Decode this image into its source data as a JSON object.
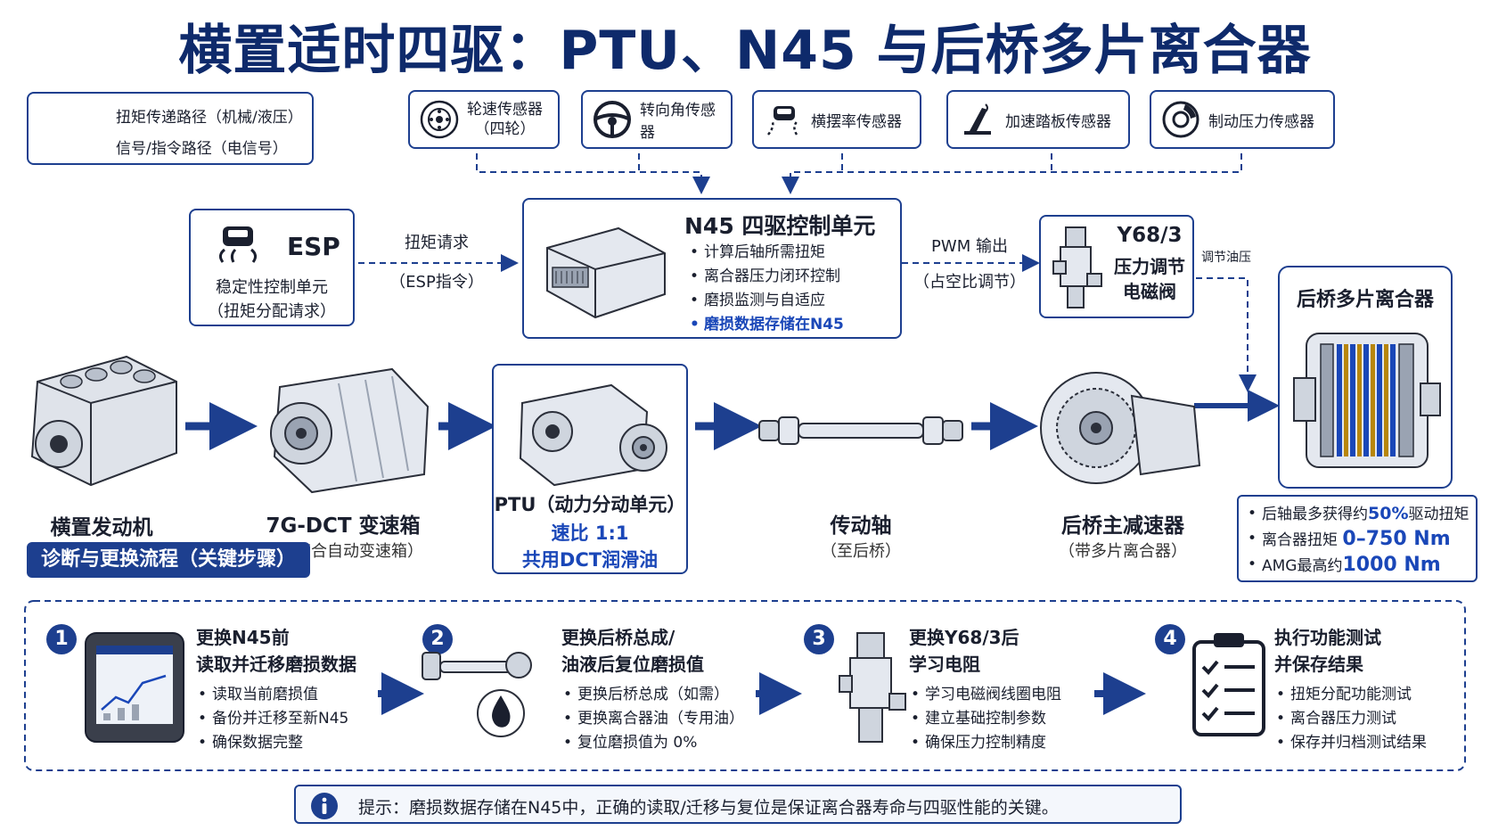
{
  "title": "横置适时四驱：PTU、N45 与后桥多片离合器",
  "legend": {
    "torque": "扭矩传递路径（机械/液压）",
    "signal": "信号/指令路径（电信号）"
  },
  "sensors": [
    {
      "label": "轮速传感器\n（四轮）",
      "icon": "wheel-speed-icon"
    },
    {
      "label": "转向角传感器",
      "icon": "steering-wheel-icon"
    },
    {
      "label": "横摆率传感器",
      "icon": "yaw-rate-icon"
    },
    {
      "label": "加速踏板传感器",
      "icon": "pedal-icon"
    },
    {
      "label": "制动压力传感器",
      "icon": "brake-disc-icon"
    }
  ],
  "esp": {
    "name": "ESP",
    "line1": "稳定性控制单元",
    "line2": "（扭矩分配请求）"
  },
  "esp_link": {
    "top": "扭矩请求",
    "bottom": "（ESP指令）"
  },
  "n45": {
    "title": "N45 四驱控制单元",
    "items": [
      "计算后轴所需扭矩",
      "离合器压力闭环控制",
      "磨损监测与自适应"
    ],
    "highlight": "磨损数据存储在N45"
  },
  "pwm_link": {
    "top": "PWM 输出",
    "bottom": "（占空比调节）"
  },
  "y68": {
    "line1": "Y68/3",
    "line2": "压力调节",
    "line3": "电磁阀"
  },
  "oil_label": "调节油压",
  "rear_clutch": {
    "title": "后桥多片离合器"
  },
  "clutch_notes": {
    "l1_a": "后轴最多获得约",
    "l1_b": "50%",
    "l1_c": "驱动扭矩",
    "l2_a": "离合器扭矩 ",
    "l2_b": "0–750 Nm",
    "l3_a": "AMG最高约",
    "l3_b": "1000 Nm"
  },
  "drivetrain": {
    "engine": {
      "name": "横置发动机"
    },
    "gearbox": {
      "name": "7G-DCT 变速箱",
      "sub": "（双离合自动变速箱）"
    },
    "ptu": {
      "name": "PTU（动力分动单元）",
      "ratio": "速比 1:1",
      "oil": "共用DCT润滑油"
    },
    "shaft": {
      "name": "传动轴",
      "sub": "（至后桥）"
    },
    "rear_diff": {
      "name": "后桥主减速器",
      "sub": "（带多片离合器）"
    }
  },
  "procedure": {
    "label": "诊断与更换流程（关键步骤）",
    "steps": [
      {
        "num": "1",
        "title1": "更换N45前",
        "title2": "读取并迁移磨损数据",
        "items": [
          "读取当前磨损值",
          "备份并迁移至新N45",
          "确保数据完整"
        ]
      },
      {
        "num": "2",
        "title1": "更换后桥总成/",
        "title2": "油液后复位磨损值",
        "items": [
          "更换后桥总成（如需）",
          "更换离合器油（专用油）",
          "复位磨损值为 0%"
        ]
      },
      {
        "num": "3",
        "title1": "更换Y68/3后",
        "title2": "学习电阻",
        "items": [
          "学习电磁阀线圈电阻",
          "建立基础控制参数",
          "确保压力控制精度"
        ]
      },
      {
        "num": "4",
        "title1": "执行功能测试",
        "title2": "并保存结果",
        "items": [
          "扭矩分配功能测试",
          "离合器压力测试",
          "保存并归档测试结果"
        ]
      }
    ]
  },
  "tip": "提示：磨损数据存储在N45中，正确的读取/迁移与复位是保证离合器寿命与四驱性能的关键。",
  "colors": {
    "navy": "#1d3f8f",
    "title": "#0e2a6b",
    "highlight": "#1a47b8"
  }
}
